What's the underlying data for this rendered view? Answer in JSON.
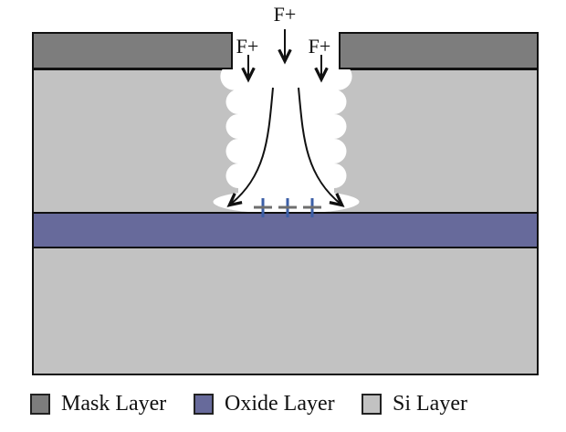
{
  "diagram": {
    "ion_beam": {
      "top_label": "F+",
      "left_label": "F+",
      "right_label": "F+"
    },
    "surface_charges": {
      "symbols": [
        "+",
        "+",
        "+"
      ]
    }
  },
  "legend": {
    "items": [
      {
        "id": "mask",
        "label": "Mask Layer",
        "color": "#7d7d7d"
      },
      {
        "id": "oxide",
        "label": "Oxide Layer",
        "color": "#676a9b"
      },
      {
        "id": "si",
        "label": "Si Layer",
        "color": "#c2c2c2"
      }
    ]
  },
  "colors": {
    "page-bg": "#ffffff",
    "mask-color": "#7d7d7d",
    "si-color": "#c2c2c2",
    "oxide-color": "#676a9b",
    "trench-color": "#ffffff",
    "line-color": "#111111",
    "plus-h-color": "#6f6f6f",
    "plus-v-color": "#3c5fa7"
  }
}
